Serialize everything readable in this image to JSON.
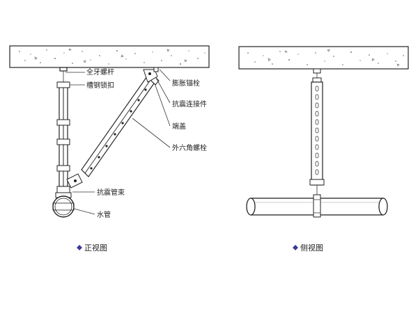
{
  "front_view": {
    "labels": {
      "full_thread_rod": "全牙螺杆",
      "channel_lock": "槽钢锁扣",
      "expansion_anchor": "膨胀锚栓",
      "seismic_connector": "抗震连接件",
      "end_cap": "端盖",
      "hex_bolt": "外六角螺栓",
      "seismic_pipe_clamp": "抗震管束",
      "water_pipe": "水管"
    },
    "caption": "正视图"
  },
  "side_view": {
    "caption": "侧视图"
  },
  "colors": {
    "line": "#333333",
    "caption_marker": "#3b3b9a",
    "concrete_dots": "#555555"
  }
}
